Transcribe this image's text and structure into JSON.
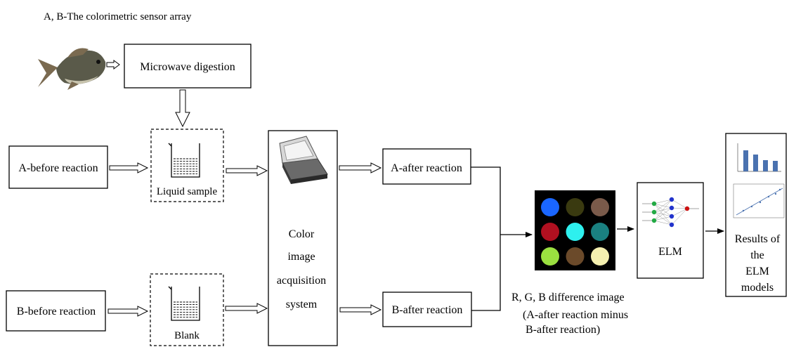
{
  "header": {
    "caption": "A, B-The colorimetric sensor array"
  },
  "steps": {
    "microwave": "Microwave digestion",
    "a_before": "A-before reaction",
    "b_before": "B-before reaction",
    "liquid_sample": "Liquid sample",
    "blank": "Blank",
    "acquisition": [
      "Color",
      "image",
      "acquisition",
      "system"
    ],
    "a_after": "A-after reaction",
    "b_after": "B-after reaction",
    "elm": "ELM",
    "results": [
      "Results of",
      "the",
      "ELM",
      "models"
    ]
  },
  "difference": {
    "line1": "R, G, B difference image",
    "line2": "(A-after reaction minus",
    "line3": "B-after reaction)"
  },
  "sensor_colors": [
    "#1a66ff",
    "#3a3a10",
    "#7a5a4a",
    "#b01020",
    "#2ef0ee",
    "#1a8080",
    "#9be040",
    "#6b4a2a",
    "#f5f0b0"
  ],
  "fish_colors": {
    "body": "#5a5a4a",
    "belly": "#c8c4ae",
    "fin": "#7a6a50"
  },
  "network_colors": {
    "input": "#22aa44",
    "hidden": "#2233cc",
    "output": "#cc1111"
  }
}
